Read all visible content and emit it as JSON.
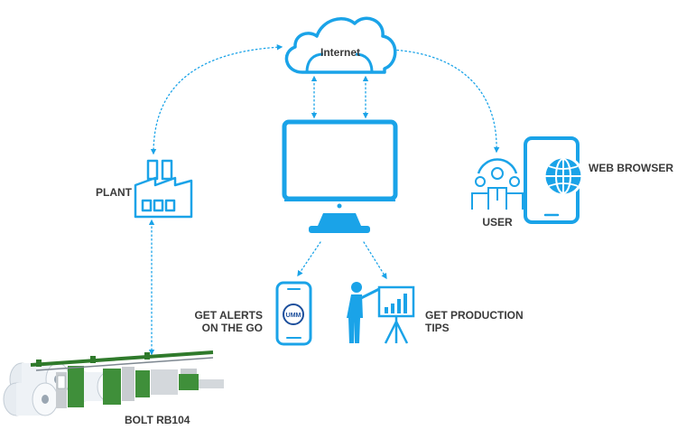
{
  "colors": {
    "accent": "#1aa3e8",
    "dark": "#3a3a3a",
    "machine_green": "#3f8f3a",
    "paper": "#eef2f6"
  },
  "nodes": {
    "internet": {
      "label": "Internet",
      "icon": "cloud-icon"
    },
    "computer": {
      "icon": "monitor-icon"
    },
    "plant": {
      "label": "PLANT",
      "icon": "factory-icon"
    },
    "user": {
      "label": "USER",
      "icon": "users-group-icon"
    },
    "web_browser": {
      "label": "WEB BROWSER",
      "icon": "globe-tablet-icon"
    },
    "alerts": {
      "label_line1": "GET ALERTS",
      "label_line2": "ON THE GO",
      "icon": "smartphone-icon",
      "app_logo_text": "UMM"
    },
    "production_tips": {
      "label_line1": "GET PRODUCTION",
      "label_line2": "TIPS",
      "icon": "presenter-chart-icon"
    },
    "machine": {
      "label": "BOLT RB104",
      "icon": "sheeter-machine-image"
    }
  },
  "connections": [
    {
      "from": "plant",
      "to": "internet",
      "style": "dotted",
      "arrows": "both"
    },
    {
      "from": "user",
      "to": "internet",
      "style": "dotted",
      "arrows": "both"
    },
    {
      "from": "computer",
      "to": "internet",
      "style": "dotted",
      "arrows": "both"
    },
    {
      "from": "computer",
      "to": "alerts",
      "style": "dotted",
      "arrows": "end"
    },
    {
      "from": "computer",
      "to": "production_tips",
      "style": "dotted",
      "arrows": "end"
    },
    {
      "from": "machine",
      "to": "plant",
      "style": "dotted",
      "arrows": "both"
    }
  ]
}
